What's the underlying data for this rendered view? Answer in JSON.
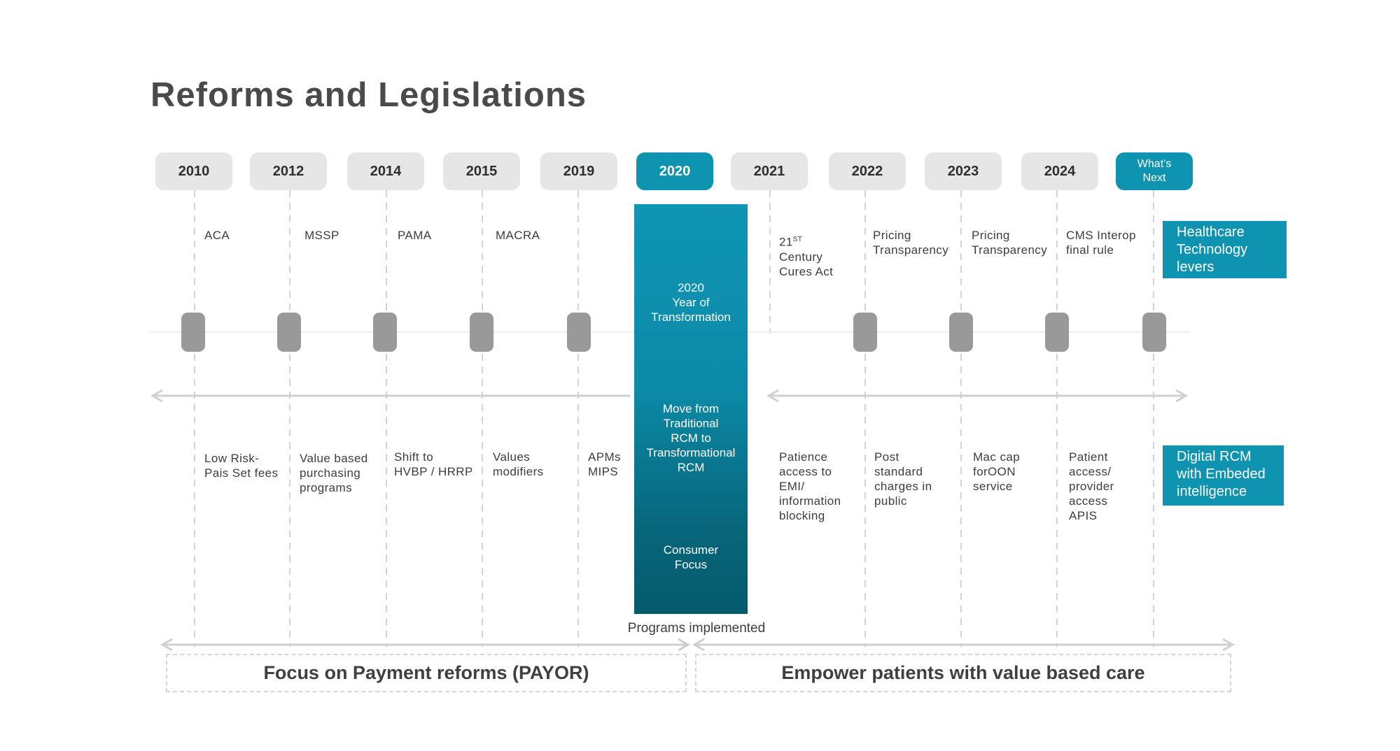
{
  "title": "Reforms and Legislations",
  "colors": {
    "accent": "#0e93b0",
    "pill_gray": "#e6e6e6",
    "node_gray": "#999999",
    "line_gray": "#d3d3d3"
  },
  "years": [
    "2010",
    "2012",
    "2014",
    "2015",
    "2019",
    "2020",
    "2021",
    "2022",
    "2023",
    "2024",
    "What's\nNext"
  ],
  "top_labels": {
    "y2010": "ACA",
    "y2012": "MSSP",
    "y2014": "PAMA",
    "y2015": "MACRA",
    "y2021_sup": "ST",
    "y2021_num": "21",
    "y2021_rest": "Century\nCures Act",
    "y2022": "Pricing\nTransparency",
    "y2023": "Pricing\nTransparency",
    "y2024": "CMS Interop\nfinal rule"
  },
  "bottom_labels": {
    "y2010": "Low Risk-\nPais Set fees",
    "y2012": "Value based\npurchasing\nprograms",
    "y2014": "Shift to\nHVBP / HRRP",
    "y2015": "Values\nmodifiers",
    "y2019": "APMs\nMIPS",
    "y2021": "Patience\naccess to\nEMI/\ninformation\nblocking",
    "y2022": "Post\nstandard\ncharges in\npublic",
    "y2023": "Mac cap\nforOON\nservice",
    "y2024": "Patient\naccess/\nprovider\naccess\nAPIS"
  },
  "center": {
    "year_text": "2020\nYear of\nTransformation",
    "move_text": "Move from\nTraditional\nRCM to\nTransformational\nRCM",
    "consumer_text": "Consumer\nFocus"
  },
  "side_boxes": {
    "healthcare": "Healthcare\nTechnology\nlevers",
    "digital": "Digital RCM\nwith Embeded\nintelligence"
  },
  "programs_label": "Programs implemented",
  "brackets": {
    "left": "Focus on Payment reforms (PAYOR)",
    "right": "Empower patients with value based care"
  }
}
